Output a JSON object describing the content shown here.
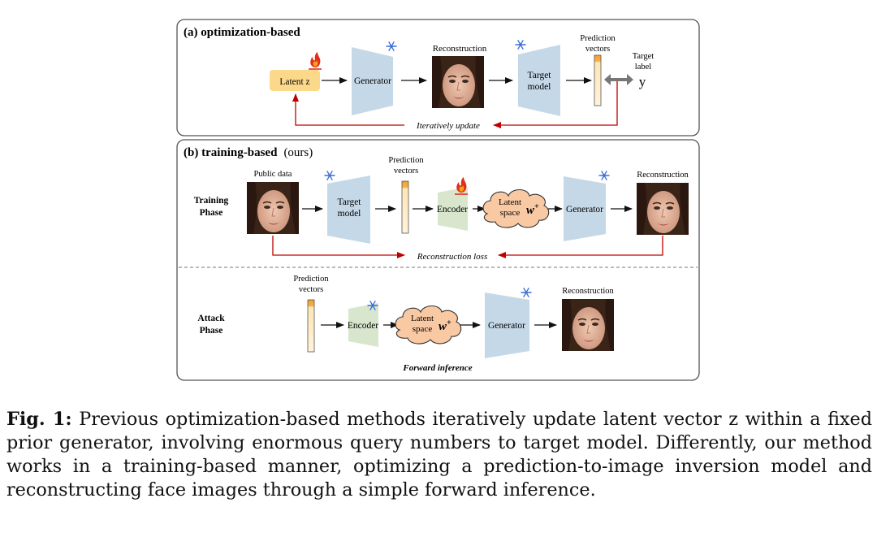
{
  "panel_a": {
    "title": "(a) optimization-based",
    "latent": "Latent z",
    "generator": "Generator",
    "reconstruction": "Reconstruction",
    "target_model": [
      "Target",
      "model"
    ],
    "prediction_vectors": [
      "Prediction",
      "vectors"
    ],
    "target_label": [
      "Target",
      "label"
    ],
    "y": "y",
    "loop": "Iteratively update"
  },
  "panel_b": {
    "title_bold": "(b) training-based",
    "title_normal": "(ours)",
    "training_phase": [
      "Training",
      "Phase"
    ],
    "public_data": "Public data",
    "target_model": [
      "Target",
      "model"
    ],
    "prediction_vectors": [
      "Prediction",
      "vectors"
    ],
    "encoder": "Encoder",
    "latent_space": [
      "Latent",
      "space"
    ],
    "w_plus": "w",
    "w_sup": "+",
    "generator": "Generator",
    "reconstruction": "Reconstruction",
    "loss": "Reconstruction loss",
    "attack_phase": [
      "Attack",
      "Phase"
    ],
    "attack_prediction_vectors": [
      "Prediction",
      "vectors"
    ],
    "attack_encoder": "Encoder",
    "attack_latent": [
      "Latent",
      "space"
    ],
    "attack_generator": "Generator",
    "attack_reconstruction": "Reconstruction",
    "forward": "Forward inference"
  },
  "caption": {
    "label": "Fig. 1:",
    "text": " Previous optimization-based methods iteratively update latent vector z within a fixed prior generator, involving enormous query numbers to target model. Differently, our method works in a training-based manner, optimizing a prediction-to-image inversion model and reconstructing face images through a simple forward inference."
  },
  "colors": {
    "generator_fill": "#c5d8e8",
    "encoder_fill": "#d7e6cc",
    "latent_fill": "#fcd98a",
    "cloud_fill": "#f9c9a4",
    "red": "#c00000",
    "frame": "#555555"
  },
  "icons": [
    "snowflake-icon",
    "fire-icon",
    "face-image"
  ]
}
